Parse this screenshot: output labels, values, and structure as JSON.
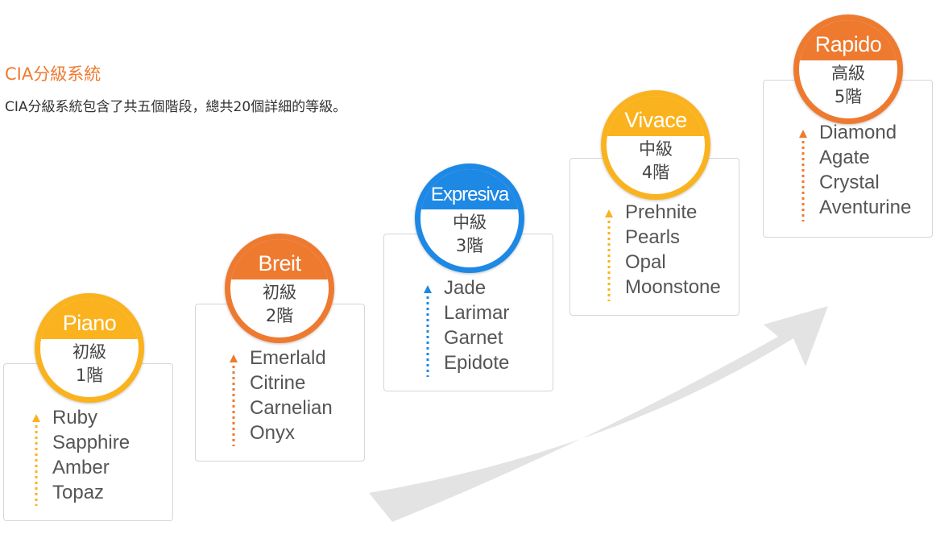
{
  "title": "CIA分級系統",
  "subtitle": "CIA分級系統包含了共五個階段，總共20個詳細的等級。",
  "colors": {
    "accent": "#ee7a2f",
    "orange": "#ee7a2f",
    "yellow": "#fab31e",
    "blue": "#1e88e5",
    "trend_arrow": "#e3e3e3"
  },
  "levels": [
    {
      "name": "Piano",
      "tier": "初級",
      "stage": "1階",
      "color": "#fab31e",
      "gems": [
        "Ruby",
        "Sapphire",
        "Amber",
        "Topaz"
      ]
    },
    {
      "name": "Breit",
      "tier": "初級",
      "stage": "2階",
      "color": "#ee7a2f",
      "gems": [
        "Emerlald",
        "Citrine",
        "Carnelian",
        "Onyx"
      ]
    },
    {
      "name": "Expresiva",
      "tier": "中級",
      "stage": "3階",
      "color": "#1e88e5",
      "gems": [
        "Jade",
        "Larimar",
        "Garnet",
        "Epidote"
      ]
    },
    {
      "name": "Vivace",
      "tier": "中級",
      "stage": "4階",
      "color": "#fab31e",
      "gems": [
        "Prehnite",
        "Pearls",
        "Opal",
        "Moonstone"
      ]
    },
    {
      "name": "Rapido",
      "tier": "高級",
      "stage": "5階",
      "color": "#ee7a2f",
      "gems": [
        "Diamond",
        "Agate",
        "Crystal",
        "Aventurine"
      ]
    }
  ]
}
